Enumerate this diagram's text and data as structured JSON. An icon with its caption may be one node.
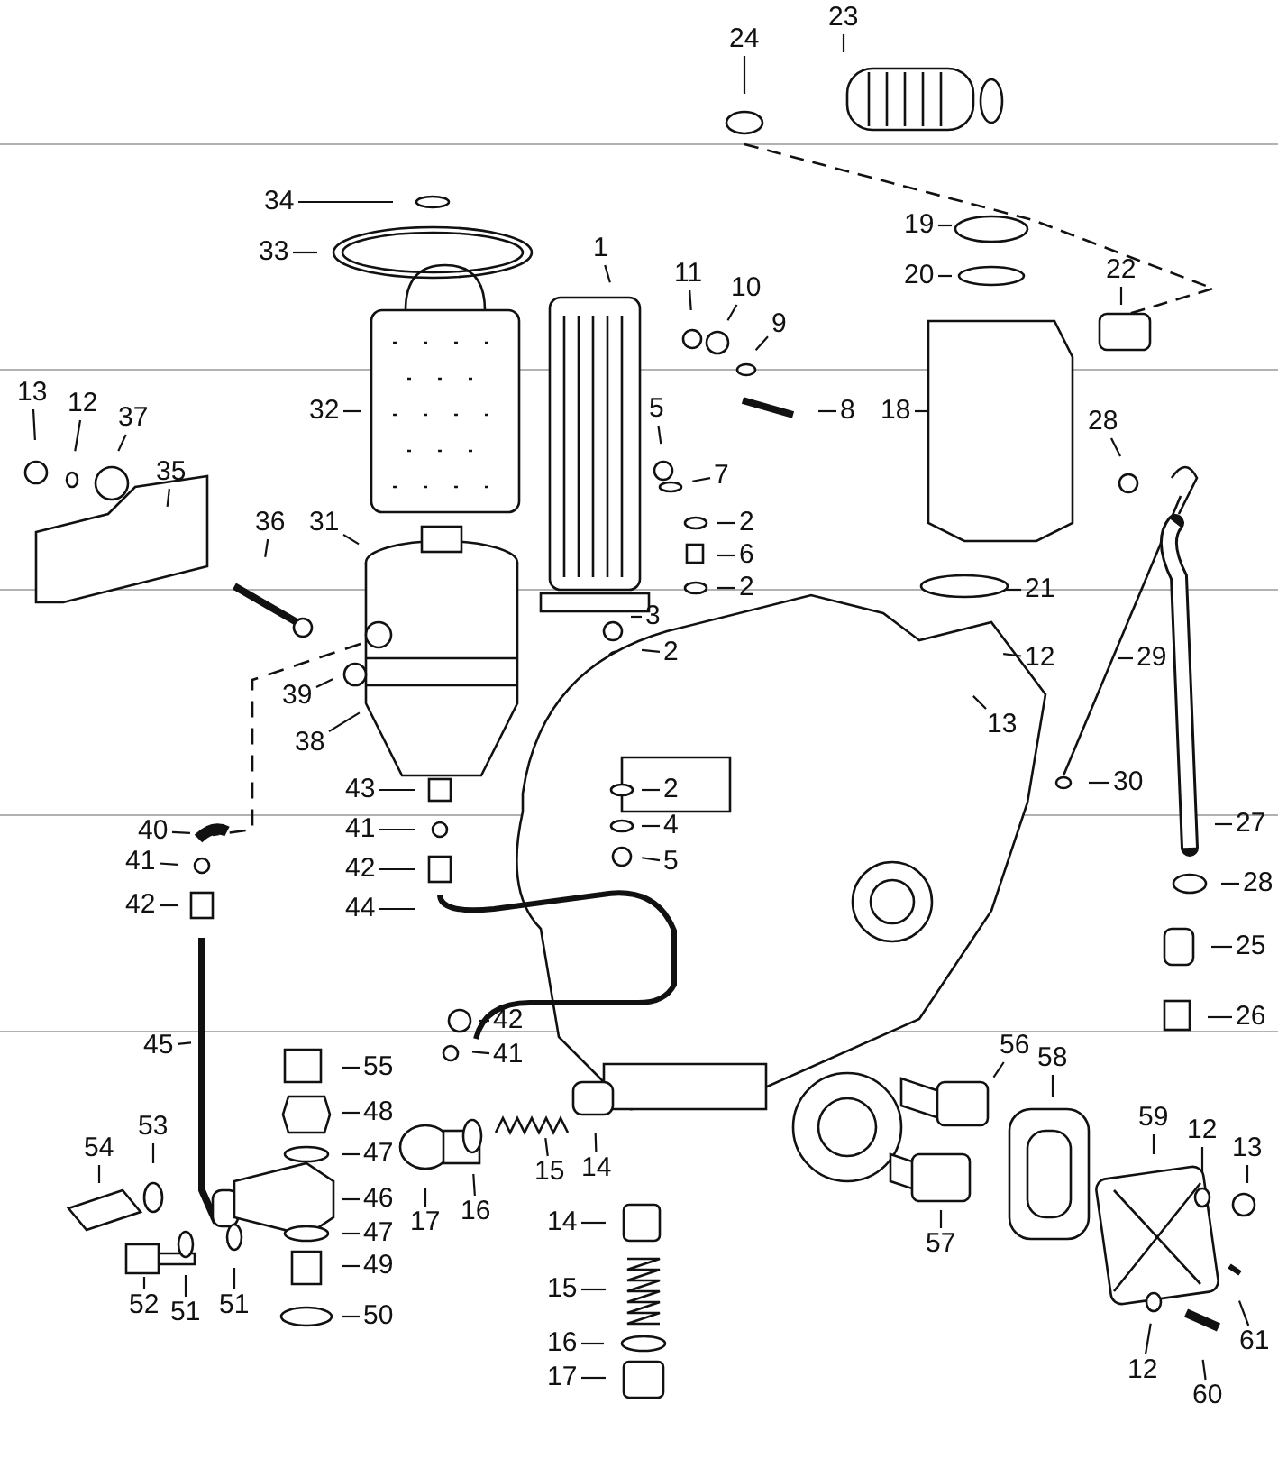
{
  "diagram": {
    "nodes": [
      {
        "text": [
          "24"
        ]
      },
      {
        "text": [
          "23"
        ]
      },
      {
        "text": [
          "34"
        ]
      },
      {
        "text": [
          "33"
        ]
      },
      {
        "text": [
          "19"
        ]
      },
      {
        "text": [
          "20"
        ]
      },
      {
        "text": [
          "22"
        ]
      },
      {
        "text": [
          "1"
        ]
      },
      {
        "text": [
          "11"
        ]
      },
      {
        "text": [
          "10"
        ]
      },
      {
        "text": [
          "9"
        ]
      },
      {
        "text": [
          "8"
        ]
      },
      {
        "text": [
          "18"
        ]
      },
      {
        "text": [
          "32"
        ]
      },
      {
        "text": [
          "13"
        ]
      },
      {
        "text": [
          "12"
        ]
      },
      {
        "text": [
          "37"
        ]
      },
      {
        "text": [
          "35"
        ]
      },
      {
        "text": [
          "5"
        ]
      },
      {
        "text": [
          "28"
        ]
      },
      {
        "text": [
          "7"
        ]
      },
      {
        "text": [
          "2"
        ]
      },
      {
        "text": [
          "6"
        ]
      },
      {
        "text": [
          "2"
        ]
      },
      {
        "text": [
          "21"
        ]
      },
      {
        "text": [
          "36"
        ]
      },
      {
        "text": [
          "31"
        ]
      },
      {
        "text": [
          "3"
        ]
      },
      {
        "text": [
          "2"
        ]
      },
      {
        "text": [
          "12"
        ]
      },
      {
        "text": [
          "29"
        ]
      },
      {
        "text": [
          "13"
        ]
      },
      {
        "text": [
          "39"
        ]
      },
      {
        "text": [
          "38"
        ]
      },
      {
        "text": [
          "43"
        ]
      },
      {
        "text": [
          "2"
        ]
      },
      {
        "text": [
          "30"
        ]
      },
      {
        "text": [
          "41"
        ]
      },
      {
        "text": [
          "4"
        ]
      },
      {
        "text": [
          "27"
        ]
      },
      {
        "text": [
          "40"
        ]
      },
      {
        "text": [
          "42"
        ]
      },
      {
        "text": [
          "5"
        ]
      },
      {
        "text": [
          "41"
        ]
      },
      {
        "text": [
          "42"
        ]
      },
      {
        "text": [
          "44"
        ]
      },
      {
        "text": [
          "28"
        ]
      },
      {
        "text": [
          "25"
        ]
      },
      {
        "text": [
          "42"
        ]
      },
      {
        "text": [
          "26"
        ]
      },
      {
        "text": [
          "41"
        ]
      },
      {
        "text": [
          "45"
        ]
      },
      {
        "text": [
          "55"
        ]
      },
      {
        "text": [
          "56"
        ]
      },
      {
        "text": [
          "58"
        ]
      },
      {
        "text": [
          "48"
        ]
      },
      {
        "text": [
          "53"
        ]
      },
      {
        "text": [
          "54"
        ]
      },
      {
        "text": [
          "59"
        ]
      },
      {
        "text": [
          "12"
        ]
      },
      {
        "text": [
          "13"
        ]
      },
      {
        "text": [
          "47"
        ]
      },
      {
        "text": [
          "46"
        ]
      },
      {
        "text": [
          "17"
        ]
      },
      {
        "text": [
          "16"
        ]
      },
      {
        "text": [
          "15"
        ]
      },
      {
        "text": [
          "14"
        ]
      },
      {
        "text": [
          "14"
        ]
      },
      {
        "text": [
          "47"
        ]
      },
      {
        "text": [
          "57"
        ]
      },
      {
        "text": [
          "49"
        ]
      },
      {
        "text": [
          "52"
        ]
      },
      {
        "text": [
          "51"
        ]
      },
      {
        "text": [
          "51"
        ]
      },
      {
        "text": [
          "15"
        ]
      },
      {
        "text": [
          "61"
        ]
      },
      {
        "text": [
          "16"
        ]
      },
      {
        "text": [
          "12"
        ]
      },
      {
        "text": [
          "50"
        ]
      },
      {
        "text": [
          "17"
        ]
      },
      {
        "text": [
          "60"
        ]
      }
    ],
    "edges": [
      {
        "from": 0,
        "to": null,
        "arrow": "none"
      },
      {
        "from": 1,
        "to": null,
        "arrow": "none"
      },
      {
        "from": 2,
        "to": null,
        "arrow": "none"
      },
      {
        "from": 3,
        "to": null,
        "arrow": "none"
      },
      {
        "from": 4,
        "to": null,
        "arrow": "none"
      },
      {
        "from": 5,
        "to": null,
        "arrow": "none"
      },
      {
        "from": 6,
        "to": null,
        "arrow": "none"
      },
      {
        "from": 7,
        "to": null,
        "arrow": "none"
      },
      {
        "from": 8,
        "to": null,
        "arrow": "none"
      },
      {
        "from": 9,
        "to": null,
        "arrow": "none"
      },
      {
        "from": 10,
        "to": null,
        "arrow": "none"
      },
      {
        "from": 11,
        "to": null,
        "arrow": "none"
      },
      {
        "from": 12,
        "to": null,
        "arrow": "none"
      },
      {
        "from": 13,
        "to": null,
        "arrow": "none"
      },
      {
        "from": 14,
        "to": null,
        "arrow": "none"
      },
      {
        "from": 15,
        "to": null,
        "arrow": "none"
      },
      {
        "from": 16,
        "to": null,
        "arrow": "none"
      },
      {
        "from": 17,
        "to": null,
        "arrow": "none"
      },
      {
        "from": 18,
        "to": null,
        "arrow": "none"
      },
      {
        "from": 19,
        "to": null,
        "arrow": "none"
      },
      {
        "from": 20,
        "to": null,
        "arrow": "none"
      },
      {
        "from": 21,
        "to": null,
        "arrow": "none"
      },
      {
        "from": 22,
        "to": null,
        "arrow": "none"
      },
      {
        "from": 23,
        "to": null,
        "arrow": "none"
      },
      {
        "from": 24,
        "to": null,
        "arrow": "none"
      },
      {
        "from": 25,
        "to": null,
        "arrow": "none"
      },
      {
        "from": 26,
        "to": null,
        "arrow": "none"
      },
      {
        "from": 27,
        "to": null,
        "arrow": "none"
      },
      {
        "from": 28,
        "to": null,
        "arrow": "none"
      },
      {
        "from": 29,
        "to": null,
        "arrow": "none"
      },
      {
        "from": 30,
        "to": null,
        "arrow": "none"
      },
      {
        "from": 31,
        "to": null,
        "arrow": "none"
      },
      {
        "from": 32,
        "to": null,
        "arrow": "none"
      },
      {
        "from": 33,
        "to": null,
        "arrow": "none"
      },
      {
        "from": 34,
        "to": null,
        "arrow": "none"
      },
      {
        "from": 35,
        "to": null,
        "arrow": "none"
      },
      {
        "from": 36,
        "to": null,
        "arrow": "none"
      },
      {
        "from": 37,
        "to": null,
        "arrow": "none"
      },
      {
        "from": 38,
        "to": null,
        "arrow": "none"
      },
      {
        "from": 39,
        "to": null,
        "arrow": "none"
      },
      {
        "from": 40,
        "to": null,
        "arrow": "none"
      },
      {
        "from": 41,
        "to": null,
        "arrow": "none"
      },
      {
        "from": 42,
        "to": null,
        "arrow": "none"
      },
      {
        "from": 43,
        "to": null,
        "arrow": "none"
      },
      {
        "from": 44,
        "to": null,
        "arrow": "none"
      },
      {
        "from": 45,
        "to": null,
        "arrow": "none"
      },
      {
        "from": 46,
        "to": null,
        "arrow": "none"
      },
      {
        "from": 47,
        "to": null,
        "arrow": "none"
      },
      {
        "from": 48,
        "to": null,
        "arrow": "none"
      },
      {
        "from": 49,
        "to": null,
        "arrow": "none"
      },
      {
        "from": 50,
        "to": null,
        "arrow": "none"
      },
      {
        "from": 51,
        "to": null,
        "arrow": "none"
      },
      {
        "from": 52,
        "to": null,
        "arrow": "none"
      },
      {
        "from": 53,
        "to": null,
        "arrow": "none"
      },
      {
        "from": 54,
        "to": null,
        "arrow": "none"
      },
      {
        "from": 55,
        "to": null,
        "arrow": "none"
      },
      {
        "from": 56,
        "to": null,
        "arrow": "none"
      },
      {
        "from": 57,
        "to": null,
        "arrow": "none"
      },
      {
        "from": 58,
        "to": null,
        "arrow": "none"
      },
      {
        "from": 59,
        "to": null,
        "arrow": "none"
      },
      {
        "from": 60,
        "to": null,
        "arrow": "none"
      },
      {
        "from": 61,
        "to": null,
        "arrow": "none"
      },
      {
        "from": 62,
        "to": null,
        "arrow": "none"
      },
      {
        "from": 63,
        "to": null,
        "arrow": "none"
      },
      {
        "from": 64,
        "to": null,
        "arrow": "none"
      },
      {
        "from": 65,
        "to": null,
        "arrow": "none"
      },
      {
        "from": 66,
        "to": null,
        "arrow": "none"
      },
      {
        "from": 67,
        "to": null,
        "arrow": "none"
      },
      {
        "from": 68,
        "to": null,
        "arrow": "none"
      },
      {
        "from": 69,
        "to": null,
        "arrow": "none"
      },
      {
        "from": 70,
        "to": null,
        "arrow": "none"
      },
      {
        "from": 71,
        "to": null,
        "arrow": "none"
      },
      {
        "from": 72,
        "to": null,
        "arrow": "none"
      },
      {
        "from": 73,
        "to": null,
        "arrow": "none"
      },
      {
        "from": 74,
        "to": null,
        "arrow": "none"
      },
      {
        "from": 75,
        "to": null,
        "arrow": "none"
      },
      {
        "from": 76,
        "to": null,
        "arrow": "none"
      },
      {
        "from": 77,
        "to": null,
        "arrow": "none"
      },
      {
        "from": 78,
        "to": null,
        "arrow": "none"
      },
      {
        "from": 79,
        "to": null,
        "arrow": "none"
      },
      {
        "from": 80,
        "to": null,
        "arrow": "none"
      }
    ]
  }
}
